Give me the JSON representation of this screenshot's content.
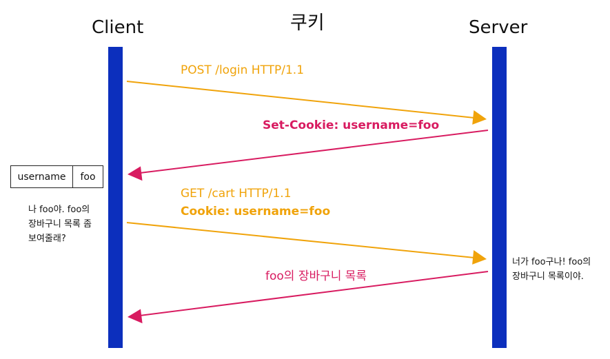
{
  "title": "쿠키",
  "participants": {
    "client": "Client",
    "server": "Server"
  },
  "colors": {
    "lifeline": "#0c2fbd",
    "request": "#f0a30a",
    "response": "#d81b60",
    "text": "#111111"
  },
  "messages": [
    {
      "lines": [
        "POST /login HTTP/1.1"
      ],
      "direction": "client-to-server"
    },
    {
      "lines": [
        "Set-Cookie: username=foo"
      ],
      "direction": "server-to-client"
    },
    {
      "lines": [
        "GET /cart HTTP/1.1",
        "Cookie: username=foo"
      ],
      "direction": "client-to-server"
    },
    {
      "lines": [
        "foo의 장바구니 목록"
      ],
      "direction": "server-to-client"
    }
  ],
  "cookie_store": {
    "key": "username",
    "value": "foo"
  },
  "client_note": [
    "나 foo야. foo의",
    "장바구니 목록 좀",
    "보여줄래?"
  ],
  "server_note": [
    "너가 foo구나! foo의",
    "장바구니 목록이야."
  ]
}
